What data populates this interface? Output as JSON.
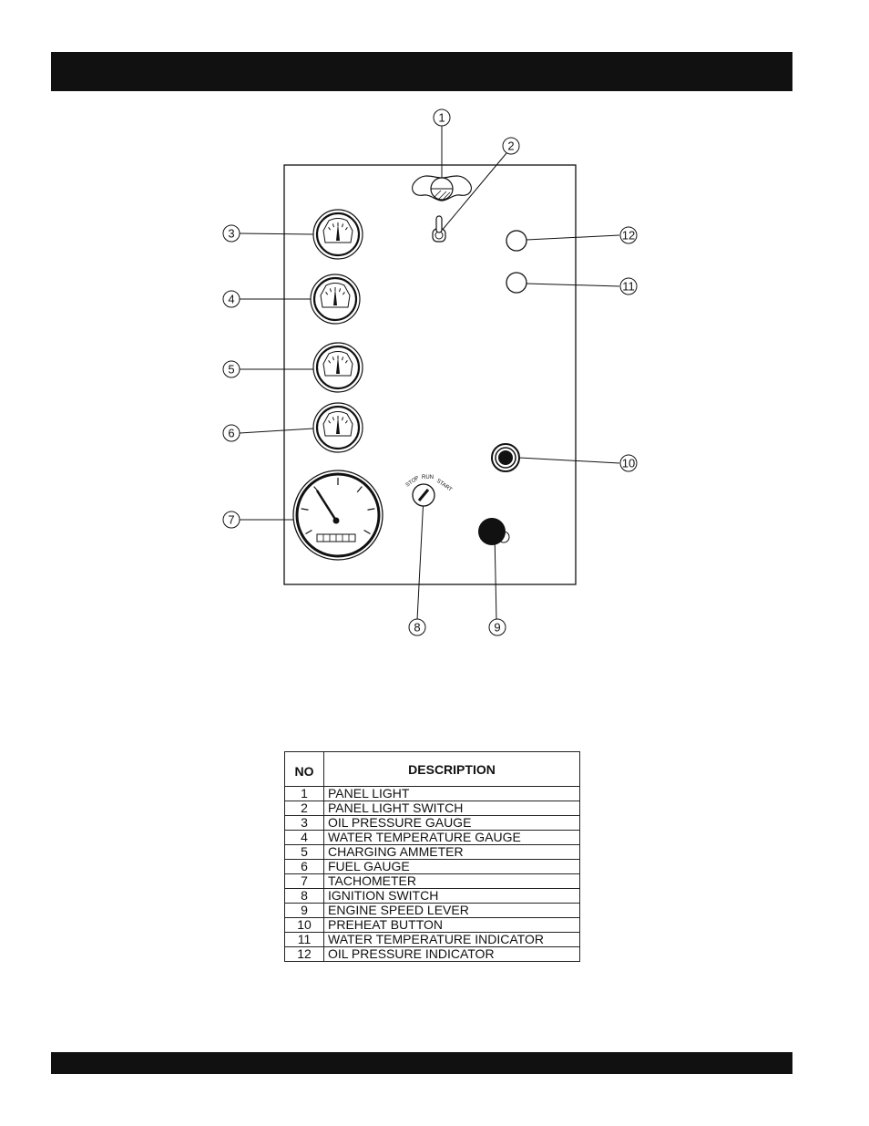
{
  "callouts": [
    "1",
    "2",
    "3",
    "4",
    "5",
    "6",
    "7",
    "8",
    "9",
    "10",
    "11",
    "12"
  ],
  "ignition_key_labels": [
    "STOP",
    "RUN",
    "START"
  ],
  "legend": {
    "headers": {
      "no": "NO",
      "description": "DESCRIPTION"
    },
    "rows": [
      {
        "no": "1",
        "description": "PANEL LIGHT"
      },
      {
        "no": "2",
        "description": "PANEL LIGHT SWITCH"
      },
      {
        "no": "3",
        "description": "OIL PRESSURE GAUGE"
      },
      {
        "no": "4",
        "description": "WATER TEMPERATURE GAUGE"
      },
      {
        "no": "5",
        "description": "CHARGING AMMETER"
      },
      {
        "no": "6",
        "description": "FUEL GAUGE"
      },
      {
        "no": "7",
        "description": "TACHOMETER"
      },
      {
        "no": "8",
        "description": "IGNITION SWITCH"
      },
      {
        "no": "9",
        "description": "ENGINE SPEED LEVER"
      },
      {
        "no": "10",
        "description": "PREHEAT BUTTON"
      },
      {
        "no": "11",
        "description": "WATER TEMPERATURE INDICATOR"
      },
      {
        "no": "12",
        "description": "OIL PRESSURE INDICATOR"
      }
    ]
  }
}
